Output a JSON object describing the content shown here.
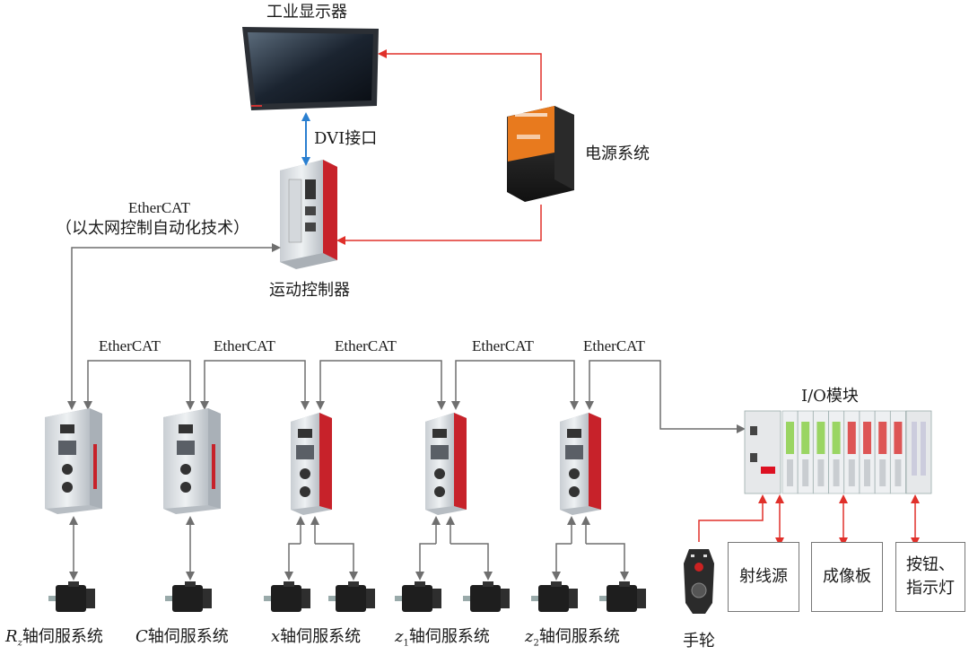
{
  "monitor": {
    "label": "工业显示器"
  },
  "dvi": {
    "label": "DVI接口"
  },
  "power": {
    "label": "电源系统"
  },
  "controller": {
    "label": "运动控制器"
  },
  "ethercat_main": {
    "line1": "EtherCAT",
    "line2": "（以太网控制自动化技术）"
  },
  "bus_labels": [
    "EtherCAT",
    "EtherCAT",
    "EtherCAT",
    "EtherCAT",
    "EtherCAT"
  ],
  "io": {
    "label": "I/O模块"
  },
  "drives": [
    {
      "axis": "R",
      "sub": "z",
      "suffix": "轴伺服系统"
    },
    {
      "axis": "C",
      "sub": "",
      "suffix": "轴伺服系统"
    },
    {
      "axis": "x",
      "sub": "",
      "suffix": "轴伺服系统"
    },
    {
      "axis": "z",
      "sub": "1",
      "suffix": "轴伺服系统"
    },
    {
      "axis": "z",
      "sub": "2",
      "suffix": "轴伺服系统"
    }
  ],
  "peripherals": {
    "handwheel": "手轮",
    "ray_source": "射线源",
    "imaging_plate": "成像板",
    "buttons_line1": "按钮、",
    "buttons_line2": "指示灯"
  },
  "colors": {
    "red_link": "#e0302a",
    "blue_link": "#2a7fd0",
    "gray_link": "#6f6f6f"
  }
}
